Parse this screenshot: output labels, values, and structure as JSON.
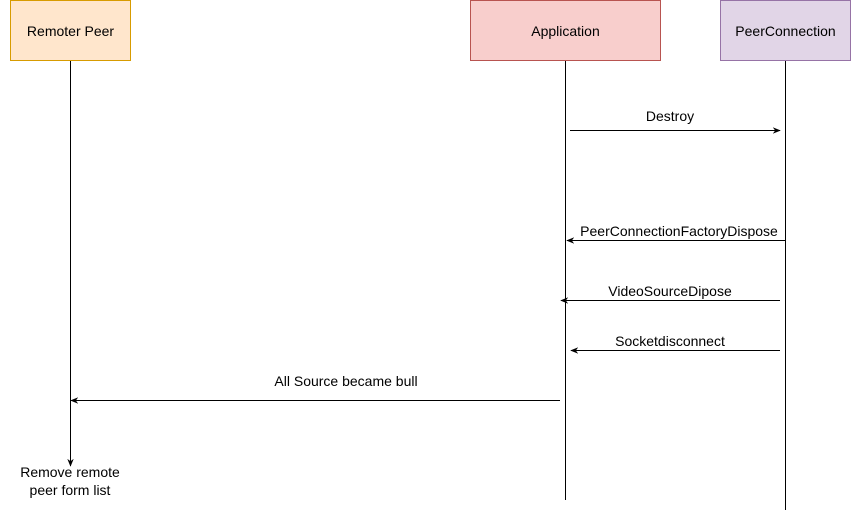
{
  "diagram": {
    "actors": [
      {
        "id": "remote",
        "label": "Remoter Peer",
        "fill": "#ffe6cc",
        "stroke": "#d79b00"
      },
      {
        "id": "app",
        "label": "Application",
        "fill": "#f8cecc",
        "stroke": "#b85450"
      },
      {
        "id": "pc",
        "label": "PeerConnection",
        "fill": "#e1d5e7",
        "stroke": "#9673a6"
      }
    ],
    "messages": [
      {
        "label": "Destroy",
        "from": "app",
        "to": "pc"
      },
      {
        "label": "PeerConnectionFactoryDispose",
        "from": "pc",
        "to": "app"
      },
      {
        "label": "VideoSourceDipose",
        "from": "pc",
        "to": "app"
      },
      {
        "label": "Socketdisconnect",
        "from": "pc",
        "to": "app"
      },
      {
        "label": "All Source became bull",
        "from": "app",
        "to": "remote"
      }
    ],
    "note": {
      "lines": [
        "Remove remote",
        "peer form list"
      ]
    }
  }
}
